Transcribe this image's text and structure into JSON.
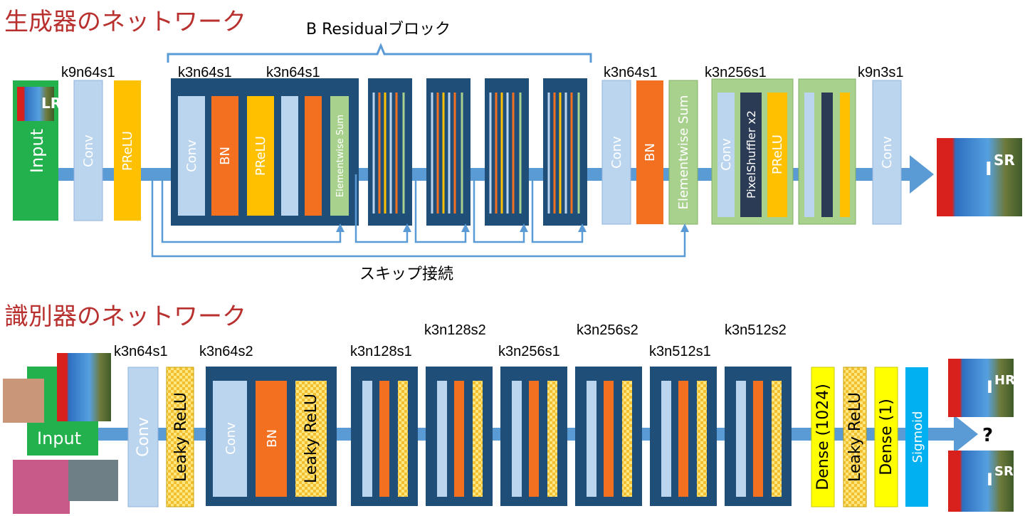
{
  "generator": {
    "title": "生成器のネットワーク",
    "residual_label": "B Residualブロック",
    "skip_label": "スキップ接続",
    "input_label": "Input",
    "input_image_label": "LR",
    "output_image_label": "SR",
    "kernel_labels": {
      "first_conv": "k9n64s1",
      "res_conv1": "k3n64s1",
      "res_conv2": "k3n64s1",
      "post_conv": "k3n64s1",
      "upsample": "k3n256s1",
      "final_conv": "k9n3s1"
    },
    "layers": {
      "conv": "Conv",
      "prelu": "PReLU",
      "bn": "BN",
      "elementwise_sum": "Elementwise Sum",
      "pixel_shuffler": "PixelShuffler x2"
    }
  },
  "discriminator": {
    "title": "識別器のネットワーク",
    "input_label": "Input",
    "hr_label": "HR",
    "sr_label": "SR",
    "question": "?",
    "kernel_labels": [
      "k3n64s1",
      "k3n64s2",
      "k3n128s1",
      "k3n128s2",
      "k3n256s1",
      "k3n256s2",
      "k3n512s1",
      "k3n512s2"
    ],
    "layers": {
      "conv": "Conv",
      "leaky_relu": "Leaky ReLU",
      "bn": "BN",
      "dense_1024": "Dense (1024)",
      "dense_1": "Dense (1)",
      "sigmoid": "Sigmoid"
    }
  },
  "colors": {
    "title_red": "#b8312f",
    "conv_blue": "#bcd5ee",
    "prelu_yellow": "#ffc000",
    "bn_orange": "#f37021",
    "sum_green": "#a9d18e",
    "dark_block": "#1f4e79",
    "arrow_blue": "#5b9bd5",
    "input_green": "#22b14c",
    "dense_yellow": "#ffff00",
    "sigmoid_blue": "#00b0f0"
  }
}
